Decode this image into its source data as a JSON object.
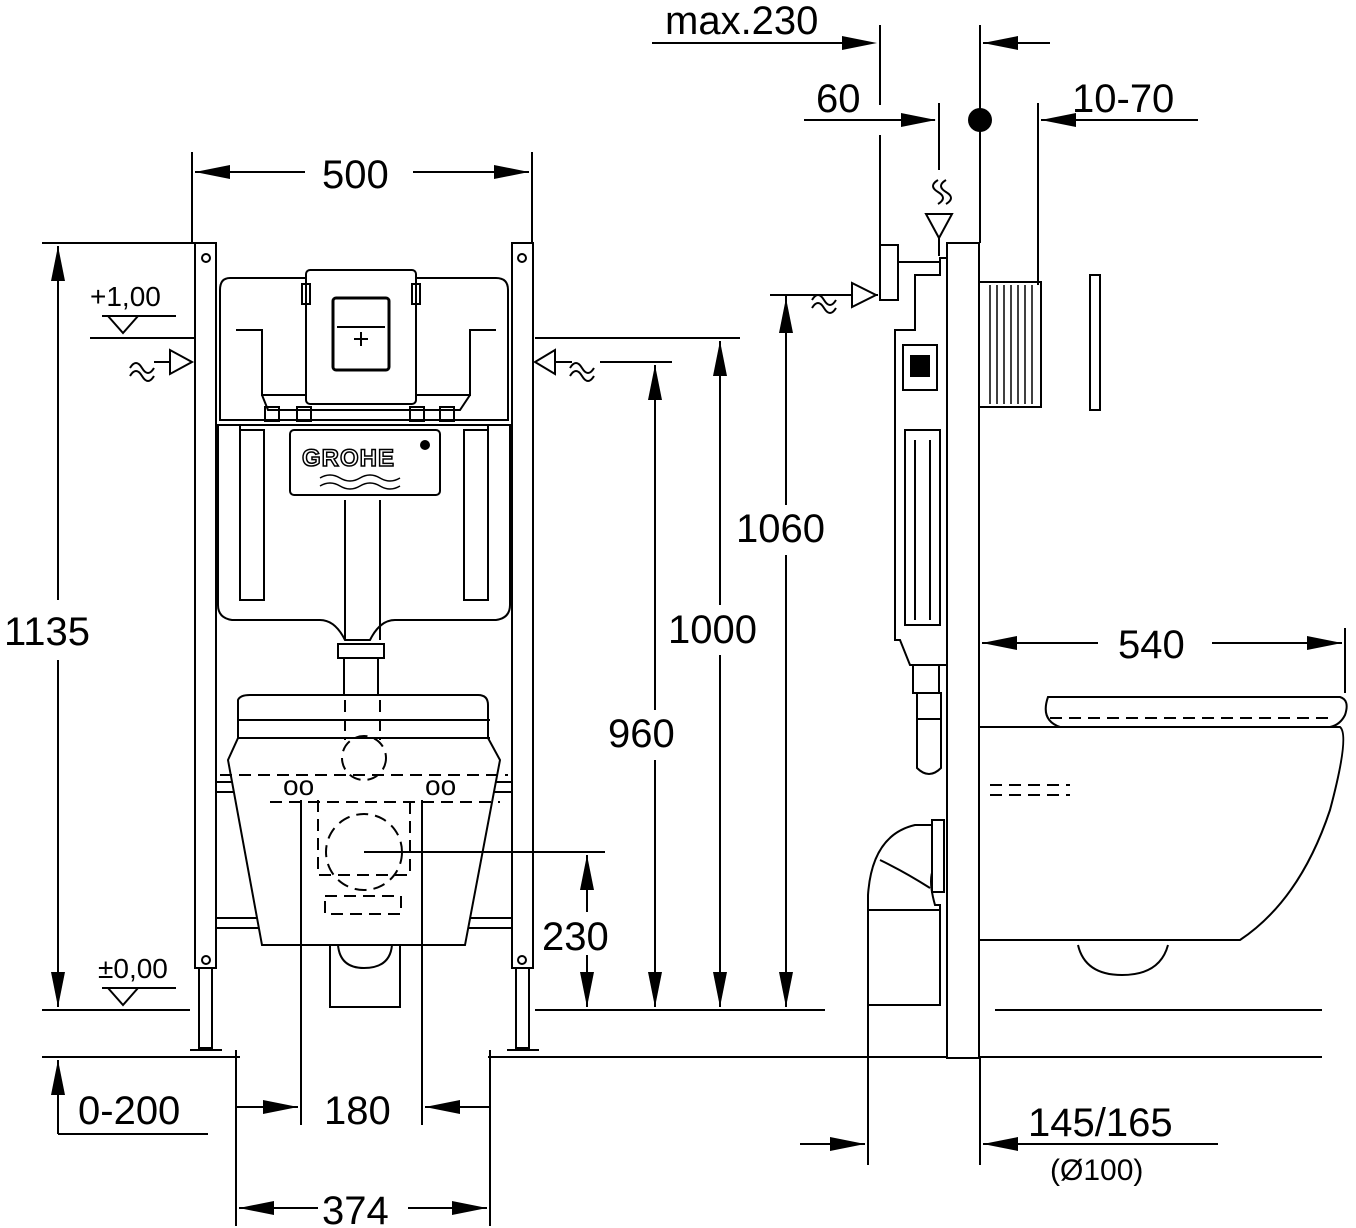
{
  "front_view": {
    "width_label": "500",
    "height_label": "1135",
    "level_top_label": "+1,00",
    "level_floor_label": "±0,00",
    "inlet_height_label": "1060",
    "frame_height_label": "1000",
    "drain_top_label": "960",
    "drain_center_label": "230",
    "foot_adjust_label": "0-200",
    "bolt_spacing_label": "180",
    "foot_span_label": "374",
    "brand_label": "GROHE"
  },
  "side_view": {
    "max_depth_label": "max.230",
    "depth_label": "60",
    "wall_adjust_label": "10-70",
    "bowl_length_label": "540",
    "drain_offset_label": "145/165",
    "pipe_diameter_label": "(Ø100)"
  }
}
